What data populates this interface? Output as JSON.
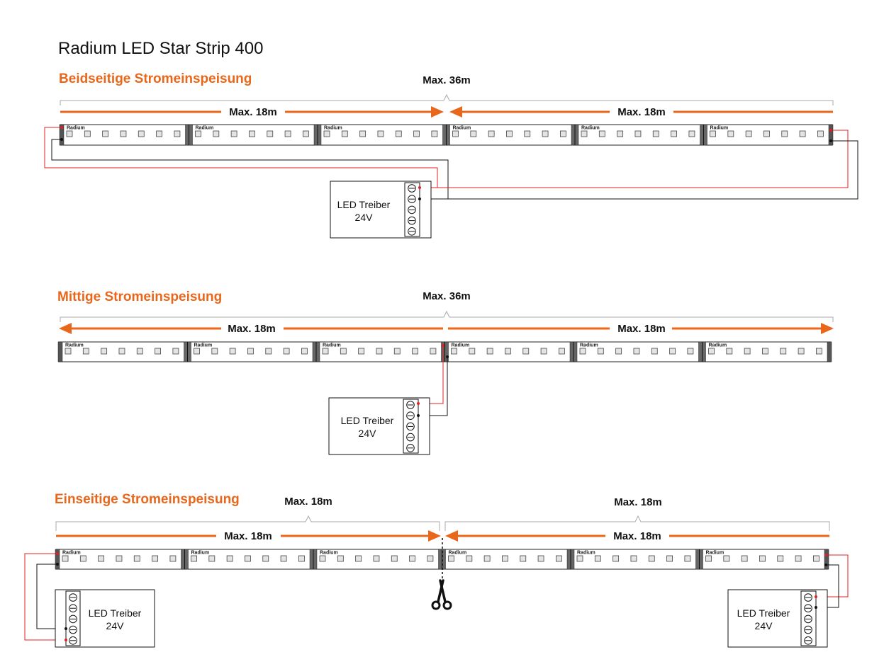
{
  "title": "Radium LED Star Strip 400",
  "strip_brand": "Radium",
  "driver_label": "LED Treiber",
  "driver_voltage": "24V",
  "colors": {
    "accent": "#e8671b",
    "wire_positive": "#e02020",
    "wire_negative": "#111111"
  },
  "sections": [
    {
      "heading": "Beidseitige Stromeinspeisung",
      "total_label": "Max. 36m",
      "left_label": "Max. 18m",
      "right_label": "Max. 18m"
    },
    {
      "heading": "Mittige Stromeinspeisung",
      "total_label": "Max. 36m",
      "left_label": "Max. 18m",
      "right_label": "Max. 18m"
    },
    {
      "heading": "Einseitige Stromeinspeisung",
      "total_left_label": "Max. 18m",
      "total_right_label": "Max. 18m",
      "left_label": "Max. 18m",
      "right_label": "Max. 18m"
    }
  ],
  "icons": {
    "cut": "scissors-icon",
    "terminal": "screw-terminal-icon"
  }
}
